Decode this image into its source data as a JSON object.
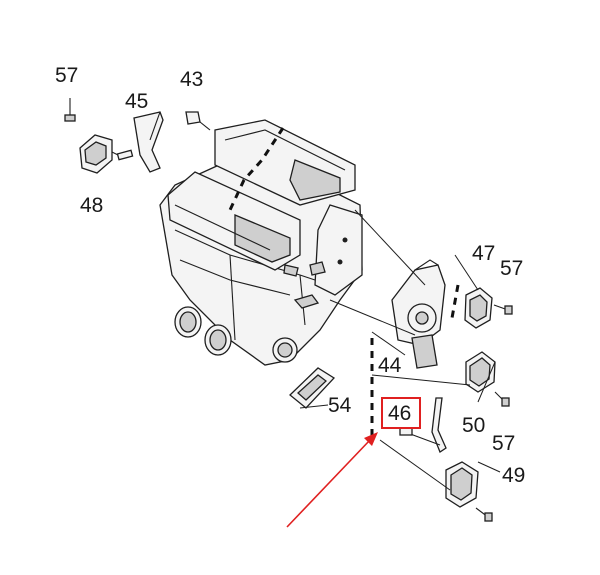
{
  "callouts": [
    {
      "id": "57",
      "text": "57"
    },
    {
      "id": "45",
      "text": "45"
    },
    {
      "id": "43",
      "text": "43"
    },
    {
      "id": "48",
      "text": "48"
    },
    {
      "id": "47",
      "text": "47"
    },
    {
      "id": "57",
      "text": "57"
    },
    {
      "id": "44",
      "text": "44"
    },
    {
      "id": "50",
      "text": "50"
    },
    {
      "id": "57",
      "text": "57"
    },
    {
      "id": "54",
      "text": "54"
    },
    {
      "id": "46",
      "text": "46"
    },
    {
      "id": "49",
      "text": "49"
    }
  ],
  "highlight": {
    "part": "46",
    "box_color": "#e02020",
    "arrow_color": "#e02020"
  }
}
